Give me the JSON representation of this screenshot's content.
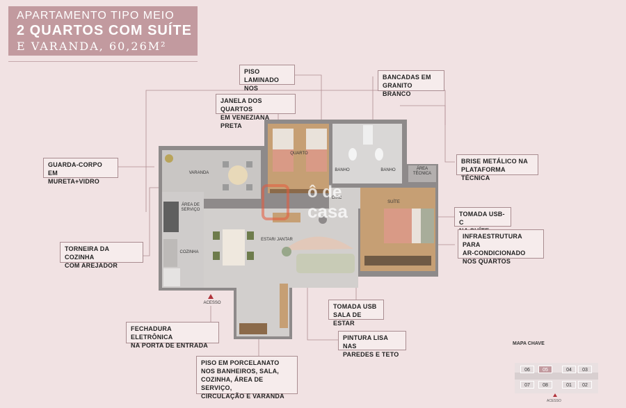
{
  "title": {
    "line1": "APARTAMENTO TIPO MEIO",
    "line2": "2 QUARTOS COM SUÍTE",
    "line3": "E VARANDA, 60,26M²"
  },
  "room_labels": {
    "quarto": "QUARTO",
    "banho1": "BANHO",
    "banho2": "BANHO",
    "area_tecnica": "ÁREA\nTÉCNICA",
    "varanda": "VARANDA",
    "area_servico": "ÁREA DE\nSERVIÇO",
    "circ": "CIRC",
    "suite": "SUÍTE",
    "estar_jantar": "ESTAR/ JANTAR",
    "cozinha": "COZINHA",
    "acesso": "ACESSO"
  },
  "callouts": {
    "piso_laminado": "PISO LAMINADO\nNOS QUARTOS",
    "bancadas": "BANCADAS EM\nGRANITO BRANCO",
    "janela": "JANELA DOS QUARTOS\nEM VENEZIANA PRETA",
    "guarda_corpo": "GUARDA-CORPO EM\nMURETA+VIDRO",
    "brise": "BRISE METÁLICO NA\nPLATAFORMA TÉCNICA",
    "tomada_usbc": "TOMADA USB-C\nNA SUÍTE",
    "infra": "INFRAESTRUTURA PARA\nAR-CONDICIONADO\nNOS QUARTOS",
    "torneira": "TORNEIRA DA COZINHA\nCOM AREJADOR",
    "tomada_usb": "TOMADA USB\nSALA DE ESTAR",
    "fechadura": "FECHADURA ELETRÔNICA\nNA PORTA DE ENTRADA",
    "pintura": "PINTURA LISA NAS\nPAREDES E TETO",
    "piso_porcelanato": "PISO EM PORCELANATO\nNOS BANHEIROS, SALA,\nCOZINHA, ÁREA DE SERVIÇO,\nCIRCULAÇÃO E VARANDA"
  },
  "watermark": {
    "line1": "ô de",
    "line2": "casa"
  },
  "key_map": {
    "title": "MAPA CHAVE",
    "top_row": [
      "06",
      "05",
      "04",
      "03"
    ],
    "bottom_row": [
      "07",
      "08",
      "01",
      "02"
    ],
    "active": "05",
    "access": "ACESSO"
  },
  "colors": {
    "accent": "#c29a9f",
    "background": "#f1e2e3",
    "wall": "#8e8a8a",
    "wood": "#c69f74"
  }
}
